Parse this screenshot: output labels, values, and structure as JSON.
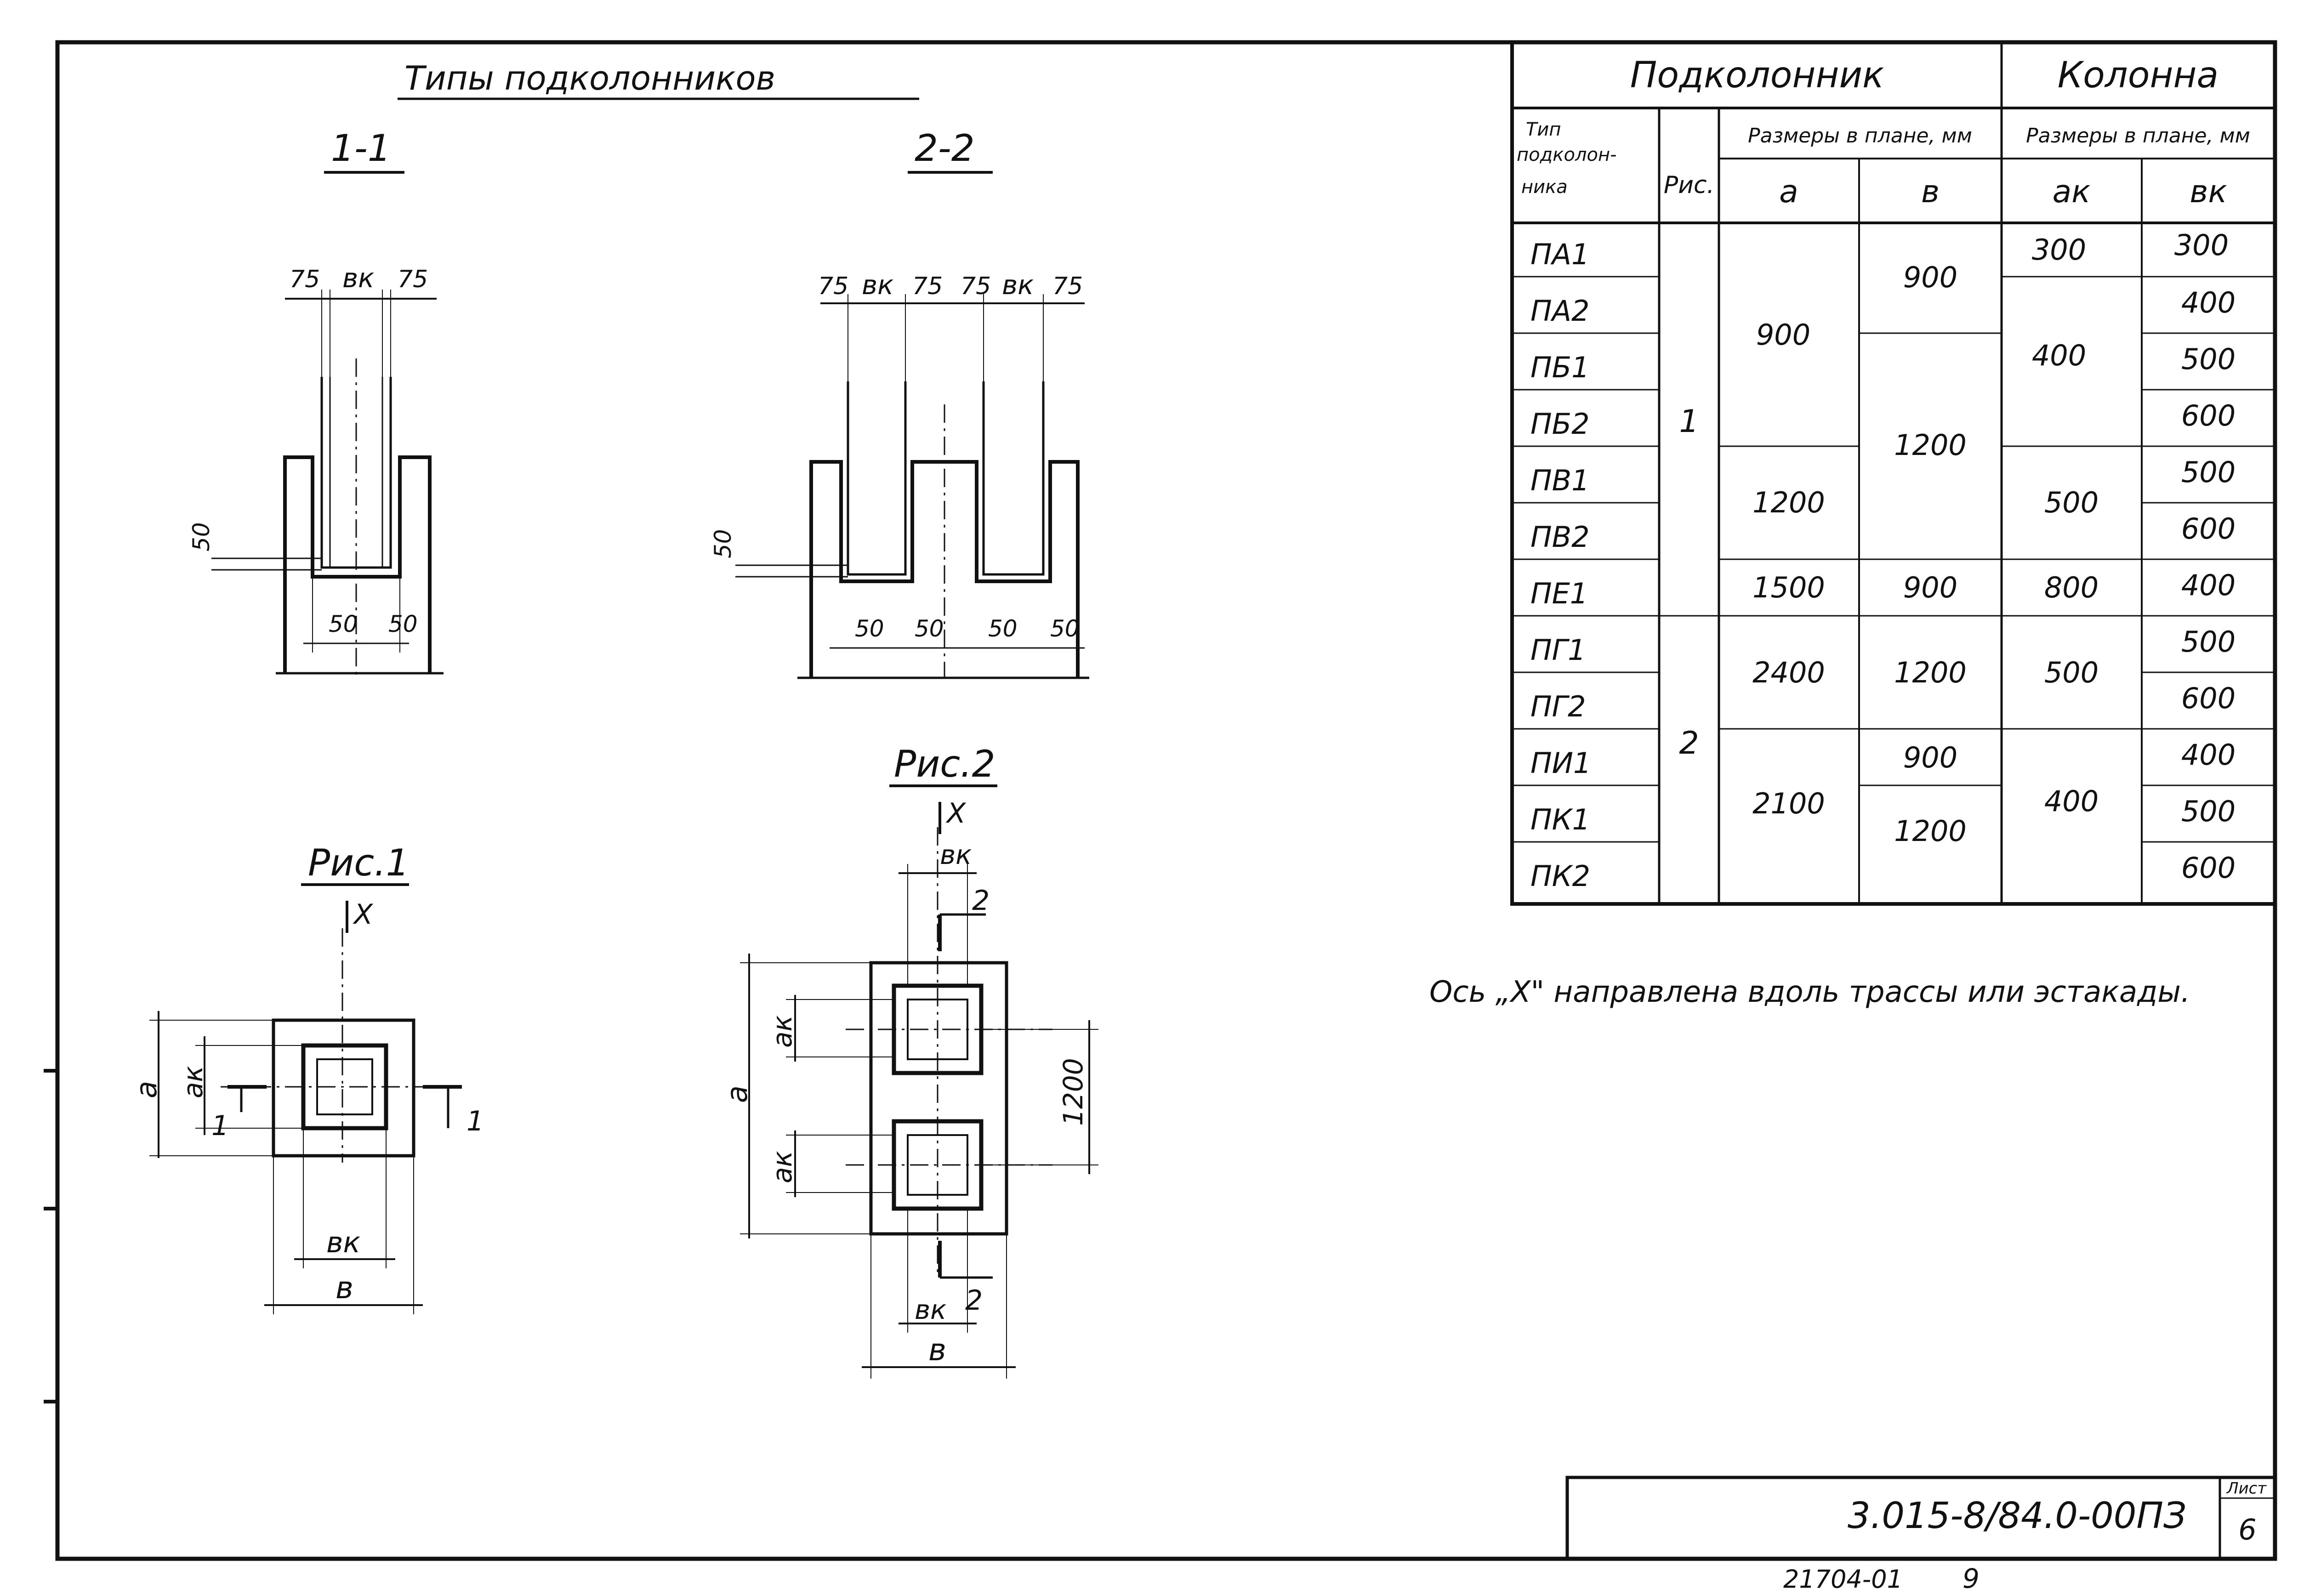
{
  "sections": {
    "heading": "Типы подколонников",
    "sec11": "1-1",
    "sec22": "2-2",
    "fig1": "Рис.1",
    "fig2": "Рис.2"
  },
  "dims": {
    "d75": "75",
    "d50": "50",
    "bk": "вк",
    "ak": "ак",
    "a": "а",
    "b": "в",
    "x": "X",
    "one": "1",
    "two": "2",
    "d1200": "1200"
  },
  "table": {
    "group_pod": "Подколонник",
    "group_kol": "Колонна",
    "h_type": "Тип подколон-ника",
    "h_ris": "Рис.",
    "h_size_pod": "Размеры в плане, мм",
    "h_size_kol": "Размеры в плане, мм",
    "h_a": "а",
    "h_b": "в",
    "h_ak": "ак",
    "h_bk": "вк",
    "types": [
      "ПА1",
      "ПА2",
      "ПБ1",
      "ПБ2",
      "ПВ1",
      "ПВ2",
      "ПЕ1",
      "ПГ1",
      "ПГ2",
      "ПИ1",
      "ПК1",
      "ПК2"
    ],
    "ris": [
      "1",
      "2"
    ],
    "a_vals": [
      "900",
      "1200",
      "1500",
      "2400",
      "2100"
    ],
    "b_vals": [
      "900",
      "1200",
      "900",
      "1200",
      "900",
      "1200"
    ],
    "ak_vals": [
      "300",
      "400",
      "500",
      "800",
      "500",
      "400"
    ],
    "bk_vals": [
      "300",
      "400",
      "500",
      "600",
      "500",
      "600",
      "400",
      "500",
      "600",
      "400",
      "500",
      "600"
    ]
  },
  "note": "Ось „X\" направлена вдоль трассы или эстакады.",
  "stamp": {
    "code": "3.015-8/84.0-00ПЗ",
    "sheet_label": "Лист",
    "sheet_no": "6"
  },
  "footer": {
    "inv": "21704-01",
    "num": "9"
  }
}
